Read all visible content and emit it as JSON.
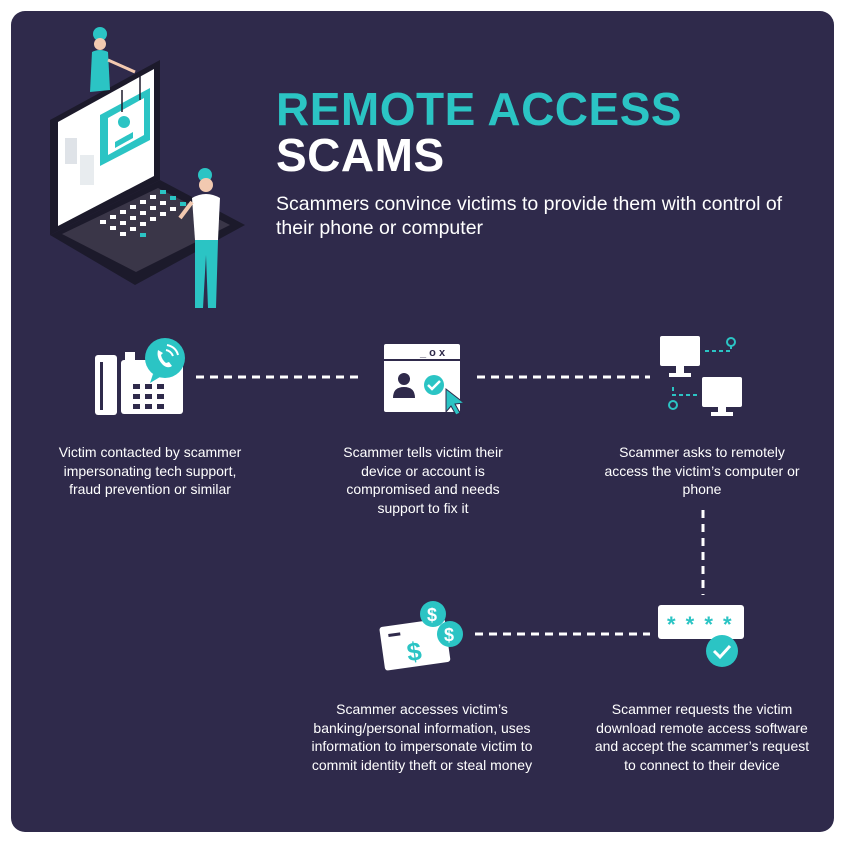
{
  "title": {
    "line1": "REMOTE ACCESS",
    "line2": "SCAMS"
  },
  "subtitle": "Scammers convince victims to provide them with control of their phone or computer",
  "steps": [
    {
      "icon": "phone-icon",
      "text": "Victim contacted by scammer impersonating tech support, fraud prevention or similar"
    },
    {
      "icon": "browser-window-icon",
      "text": "Scammer tells victim their device or account is compromised and needs support to fix it"
    },
    {
      "icon": "connected-computers-icon",
      "text": "Scammer asks to remotely access the victim’s computer or phone"
    },
    {
      "icon": "password-check-icon",
      "text": "Scammer requests the victim download remote access software and accept the scammer’s request to connect to their device"
    },
    {
      "icon": "money-icon",
      "text": "Scammer accesses victim’s banking/personal information, uses information to impersonate victim to commit identity theft or steal money"
    }
  ],
  "icon_text": {
    "window_controls": "_ o x",
    "password_mask": "* * * *",
    "dollar": "$"
  },
  "colors": {
    "background": "#2f2a4b",
    "accent": "#2bc4c4",
    "text": "#ffffff"
  }
}
